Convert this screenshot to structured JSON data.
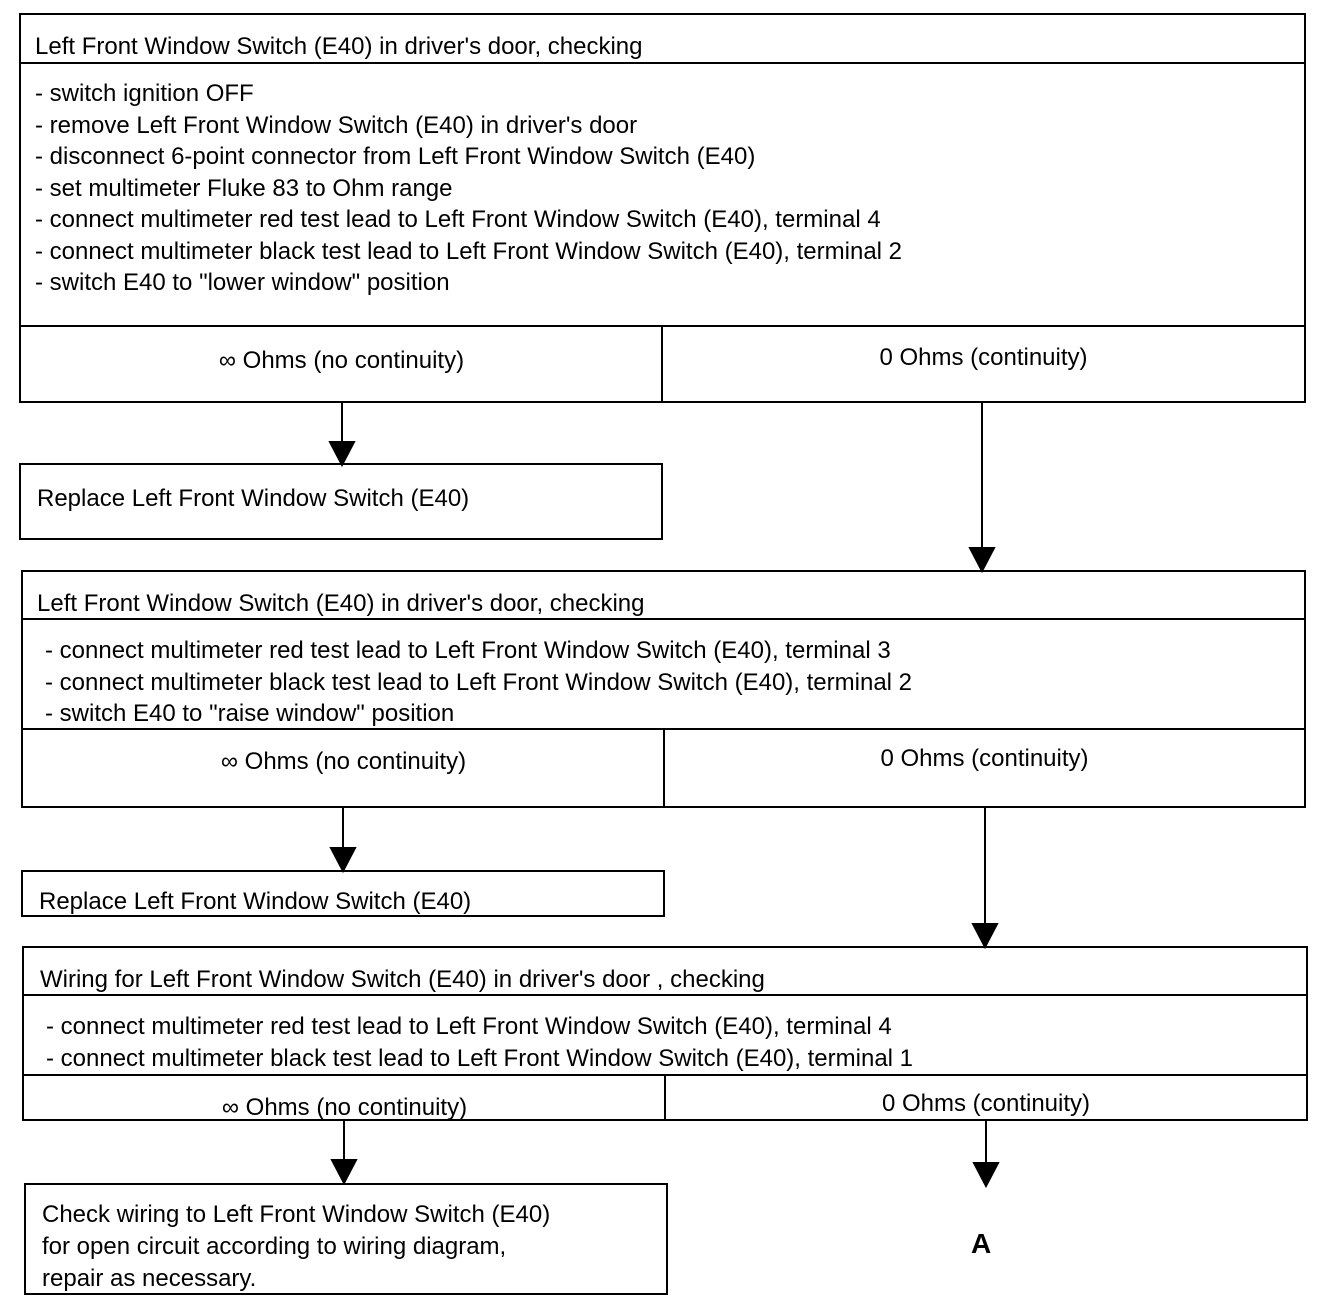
{
  "step1": {
    "title": "Left Front Window Switch (E40) in driver's door, checking",
    "lines": [
      "-  switch ignition OFF",
      "-  remove Left Front Window Switch (E40) in driver's door",
      "-  disconnect 6-point connector from Left Front Window Switch (E40)",
      "-  set multimeter Fluke 83 to Ohm range",
      "-  connect multimeter red test lead to Left Front Window Switch (E40), terminal 4",
      "-  connect multimeter black test lead to Left Front Window Switch (E40), terminal 2",
      "-  switch E40 to \"lower window\" position"
    ],
    "result_no": "∞ Ohms  (no continuity)",
    "result_yes": "0 Ohms  (continuity)",
    "action": "Replace Left Front Window Switch (E40)"
  },
  "step2": {
    "title": "Left Front Window Switch (E40) in driver's door, checking",
    "lines": [
      "-  connect multimeter red test lead to Left Front Window Switch (E40), terminal 3",
      "-  connect multimeter black test lead to Left Front Window Switch (E40), terminal 2",
      "-  switch E40 to \"raise window\" position"
    ],
    "result_no": "∞ Ohms  (no continuity)",
    "result_yes": "0 Ohms  (continuity)",
    "action": "Replace Left Front Window Switch (E40)"
  },
  "step3": {
    "title": "Wiring for Left Front Window Switch (E40) in driver's door , checking",
    "lines": [
      "-  connect multimeter red test lead to Left Front Window Switch (E40), terminal 4",
      "-  connect multimeter black test lead to Left Front Window Switch (E40), terminal 1"
    ],
    "result_no": "∞ Ohms  (no continuity)",
    "result_yes": "0 Ohms  (continuity)",
    "action_lines": [
      "Check wiring  to Left Front Window Switch (E40)",
      "for open circuit according to wiring diagram,",
      "repair as  necessary."
    ]
  },
  "terminal_label": "A"
}
